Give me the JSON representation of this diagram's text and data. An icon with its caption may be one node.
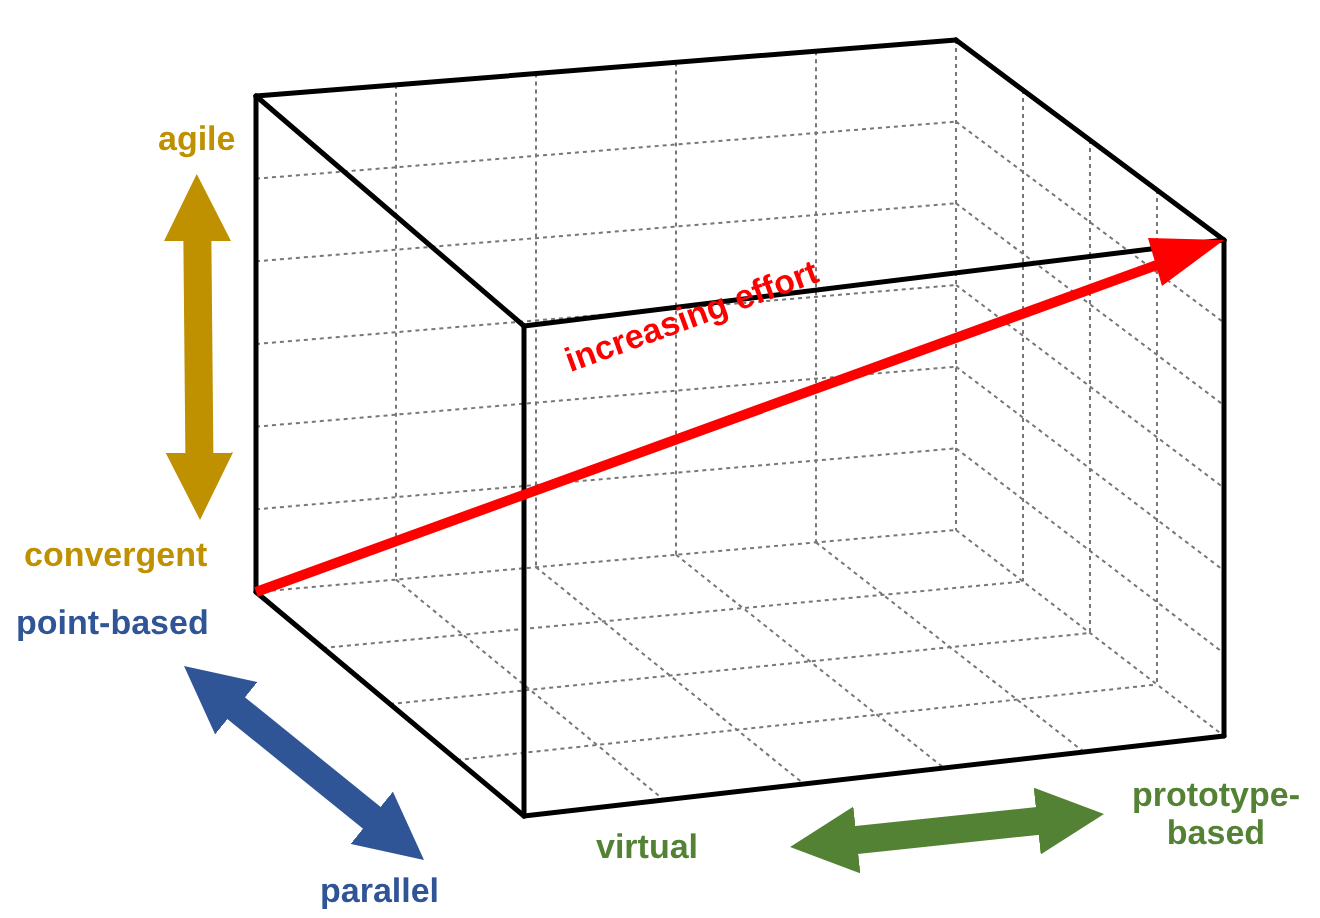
{
  "diagram": {
    "nodes": [
      {
        "text": [
          "agile"
        ]
      },
      {
        "text": [
          "convergent"
        ]
      },
      {
        "text": [
          "point-based"
        ]
      },
      {
        "text": [
          "parallel"
        ]
      },
      {
        "text": [
          "virtual"
        ]
      },
      {
        "text": [
          "prototype-based"
        ]
      }
    ],
    "edges": [
      {
        "from": 0,
        "to": 1,
        "arrow": "both",
        "color": "#bf9000"
      },
      {
        "from": 2,
        "to": 3,
        "arrow": "both",
        "color": "#2f5597"
      },
      {
        "from": 4,
        "to": 5,
        "arrow": "both",
        "color": "#548235"
      }
    ],
    "labels": [
      "increasing effort"
    ]
  }
}
